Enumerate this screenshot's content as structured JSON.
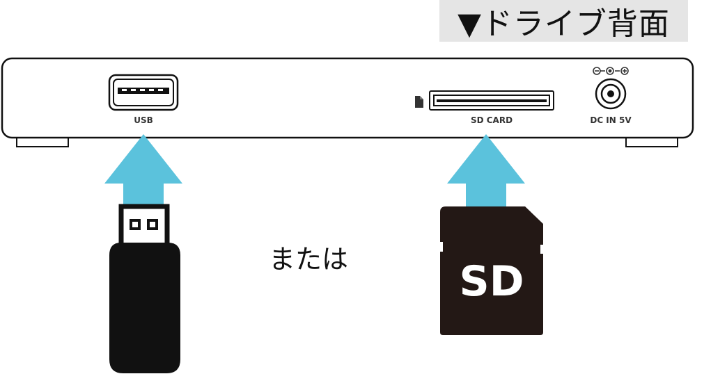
{
  "header": {
    "title": "▼ドライブ背面"
  },
  "drive": {
    "ports": [
      {
        "id": "usb",
        "label": "USB"
      },
      {
        "id": "sd",
        "label": "SD CARD"
      },
      {
        "id": "dc",
        "label": "DC IN 5V",
        "polarity_symbol": "⊖-C-⊕"
      }
    ]
  },
  "media": {
    "or_text": "または",
    "sd_card_text": "SD"
  },
  "colors": {
    "arrow": "#5bc2dc",
    "device_outline": "#111111",
    "media_fill": "#231815",
    "title_bg": "#e5e5e5"
  }
}
